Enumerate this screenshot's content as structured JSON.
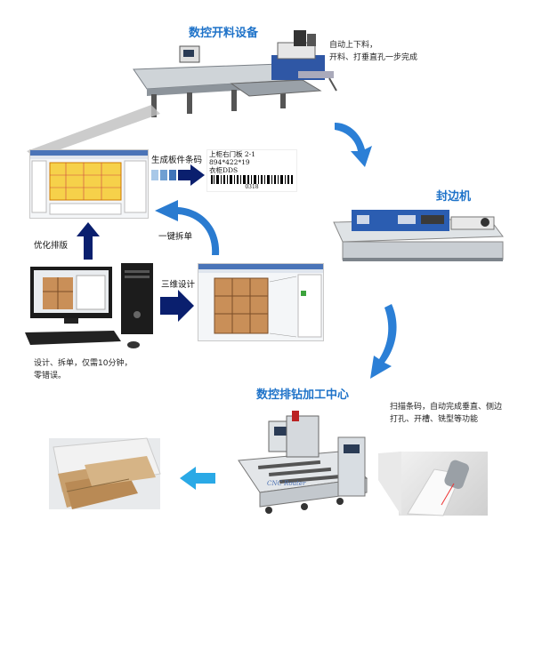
{
  "sections": {
    "cnc_cutting": {
      "title": "数控开料设备",
      "note_line1": "自动上下料，",
      "note_line2": "开料、打垂直孔一步完成"
    },
    "edge_banding": {
      "title": "封边机"
    },
    "drilling_center": {
      "title": "数控排钻加工中心",
      "note_line1": "扫描条码，自动完成垂直、侧边",
      "note_line2": "打孔、开槽、铣型等功能"
    }
  },
  "labels": {
    "barcode_gen": "生成板件条码",
    "optimize": "优化排版",
    "one_click_split": "一键拆单",
    "three_d_design": "三维设计",
    "design_note_line1": "设计、拆单，仅需10分钟，",
    "design_note_line2": "零错误。"
  },
  "barcode": {
    "line1": "上柜右门板 2-1",
    "line2": "894*422*19",
    "line3": "衣柜DDS",
    "code": "0318"
  },
  "machine_text": {
    "router_brand": "CNC Router"
  },
  "colors": {
    "accent_blue": "#1f73c9",
    "navy_arrow": "#0a1f6e",
    "light_arrow": "#2aa9e6"
  }
}
